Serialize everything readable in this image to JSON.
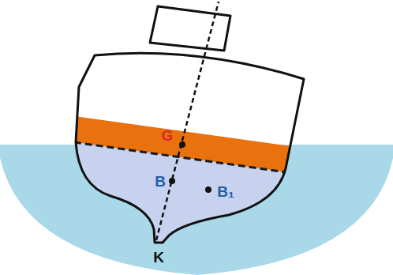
{
  "diagram": {
    "labels": [
      "G",
      "B",
      "B₁",
      "K"
    ]
  }
}
